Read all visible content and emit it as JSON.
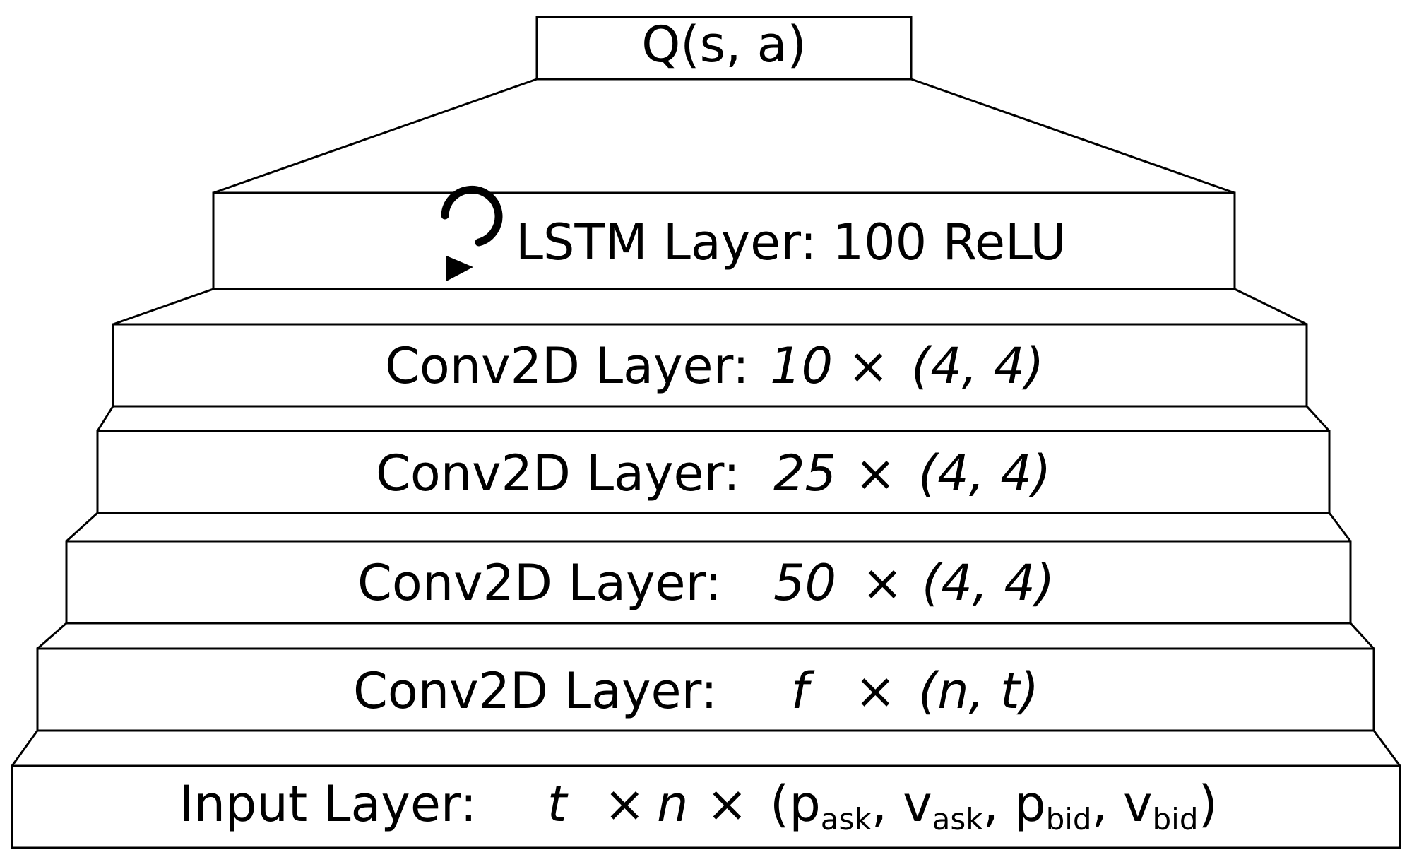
{
  "output": {
    "label": "Q(s, a)"
  },
  "lstm": {
    "label": "LSTM Layer: 100 ReLU",
    "icon": "recurrent-arrow-icon"
  },
  "conv_layers": [
    {
      "prefix": "Conv2D Layer:",
      "filters": "10",
      "times": "×",
      "kernel": "(4, 4)"
    },
    {
      "prefix": "Conv2D Layer:",
      "filters": "25",
      "times": "×",
      "kernel": "(4, 4)"
    },
    {
      "prefix": "Conv2D Layer:",
      "filters": "50",
      "times": "×",
      "kernel": "(4, 4)"
    },
    {
      "prefix": "Conv2D Layer:",
      "filters": "f",
      "times": "×",
      "kernel": "(n, t)"
    }
  ],
  "input": {
    "prefix": "Input Layer:",
    "t": "t",
    "times1": "×",
    "n": "n",
    "times2": "×",
    "open": "(",
    "p": "p",
    "v": "v",
    "ask": "ask",
    "bid": "bid",
    "sep": ", ",
    "close": ")"
  }
}
